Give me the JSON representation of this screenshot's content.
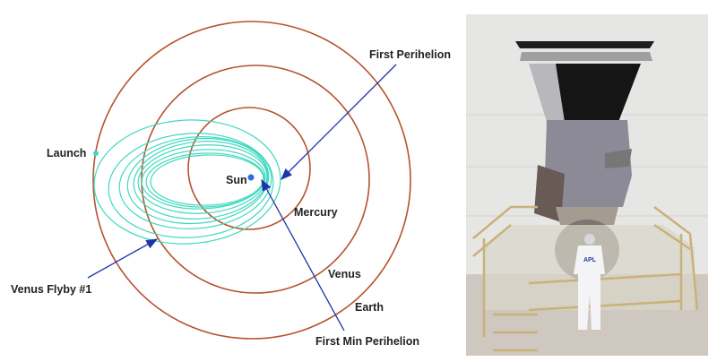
{
  "diagram": {
    "labels": {
      "launch": "Launch",
      "sun": "Sun",
      "mercury": "Mercury",
      "venus": "Venus",
      "earth": "Earth",
      "first_perihelion": "First Perihelion",
      "venus_flyby": "Venus Flyby #1",
      "first_min_perihelion": "First Min Perihelion"
    },
    "colors": {
      "planet_orbit": "#b5532e",
      "trajectory": "#3fd9bf",
      "arrow": "#2233aa",
      "sun": "#2a6af0"
    }
  },
  "photo": {
    "badge_text": "APL"
  }
}
